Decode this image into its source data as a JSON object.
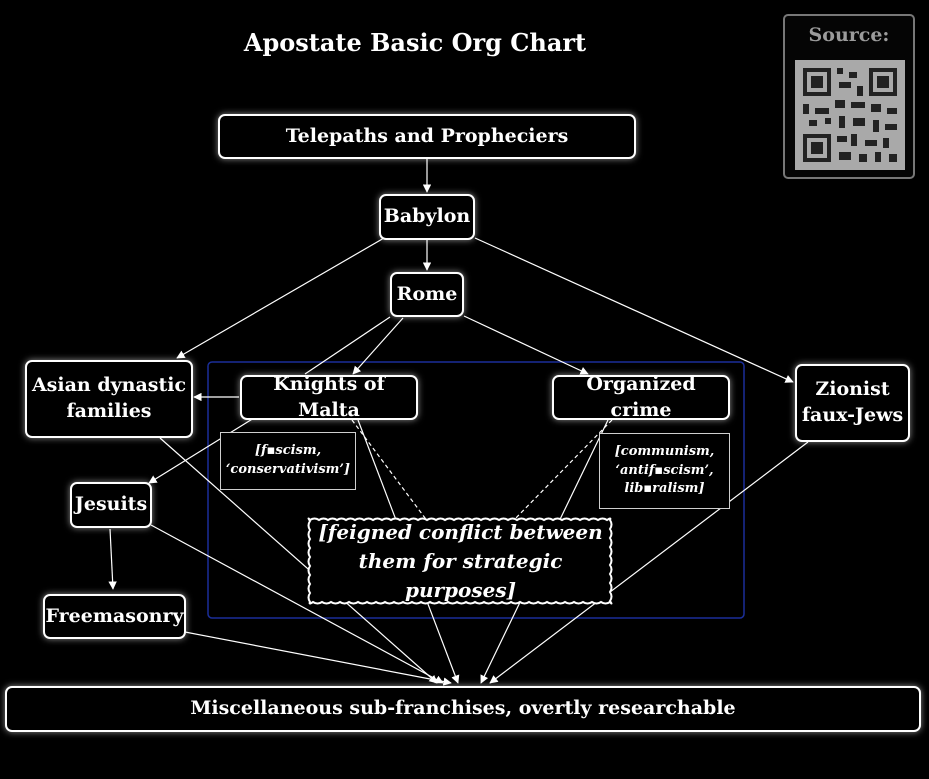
{
  "title": "Apostate Basic Org Chart",
  "source": {
    "label": "Source:",
    "qr_icon": "qr-code-icon"
  },
  "nodes": {
    "telepaths": "Telepaths and Propheciers",
    "babylon": "Babylon",
    "rome": "Rome",
    "asian_line1": "Asian dynastic",
    "asian_line2": "families",
    "knights": "Knights of Malta",
    "organized_crime": "Organized crime",
    "zionist_line1": "Zionist",
    "zionist_line2": "faux-Jews",
    "jesuits": "Jesuits",
    "freemasonry": "Freemasonry",
    "misc": "Miscellaneous sub-franchises, overtly researchable"
  },
  "notes": {
    "right_wing_line1": "[f▪scism,",
    "right_wing_line2": "‘conservativism’]",
    "left_wing_line1": "[communism,",
    "left_wing_line2": "‘antif▪scism’,",
    "left_wing_line3": "lib▪ralism]",
    "conflict_line1": "[feigned conflict between",
    "conflict_line2": "them for strategic purposes]"
  },
  "colors": {
    "background": "#000000",
    "foreground": "#ffffff",
    "region_border": "#1a2e99",
    "source_border": "#777777"
  }
}
